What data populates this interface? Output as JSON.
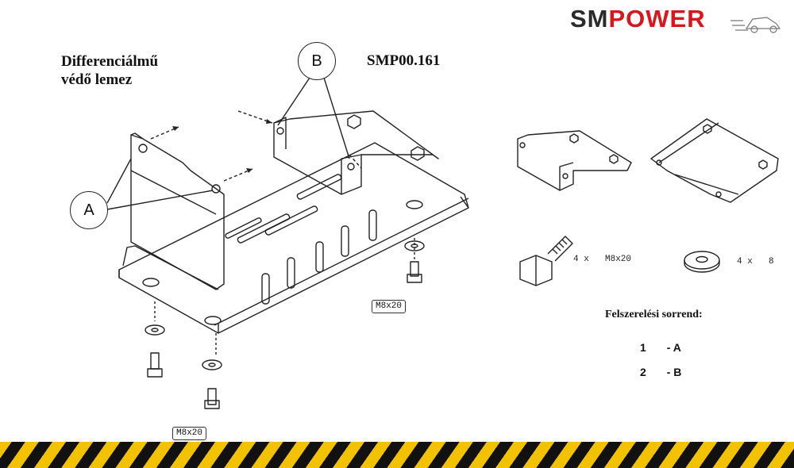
{
  "header": {
    "logo_text": "SMPOWER",
    "logo_sm": "SM",
    "logo_power": "POWER",
    "product_title_line1": "Differenciálmű",
    "product_title_line2": "védő lemez",
    "product_code": "SMP00.161"
  },
  "callouts": {
    "a": "A",
    "b": "B"
  },
  "bolt_labels": {
    "left": "M8x20",
    "right": "M8x20"
  },
  "hardware": {
    "bolt_qty": "4 x",
    "bolt_size": "M8x20",
    "washer_qty": "4 x",
    "washer_size": "8"
  },
  "assembly_order": {
    "title": "Felszerelési sorrend:",
    "steps": [
      {
        "num": "1",
        "part": "- A"
      },
      {
        "num": "2",
        "part": "- B"
      }
    ]
  },
  "colors": {
    "logo_dark": "#2b2b2b",
    "logo_red": "#d8161b",
    "hazard_yellow": "#f2c200",
    "hazard_black": "#111111"
  }
}
